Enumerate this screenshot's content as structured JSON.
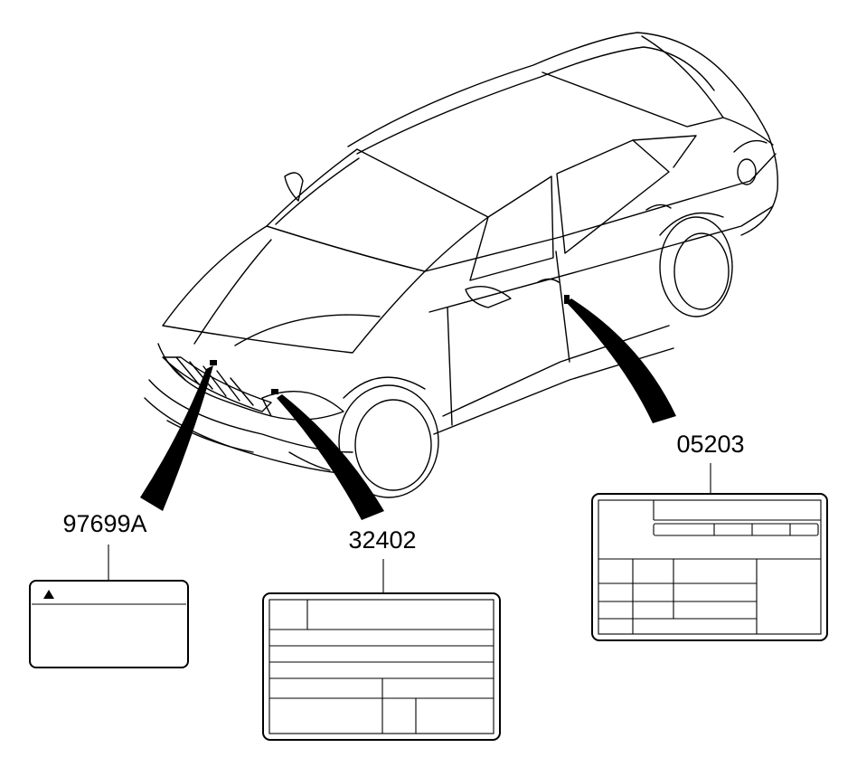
{
  "diagram": {
    "part_labels": [
      {
        "id": "label-97699a",
        "part_number": "97699A",
        "has_warning_triangle": true
      },
      {
        "id": "label-32402",
        "part_number": "32402"
      },
      {
        "id": "label-05203",
        "part_number": "05203"
      }
    ],
    "colors": {
      "line": "#000000",
      "background": "#ffffff"
    }
  }
}
